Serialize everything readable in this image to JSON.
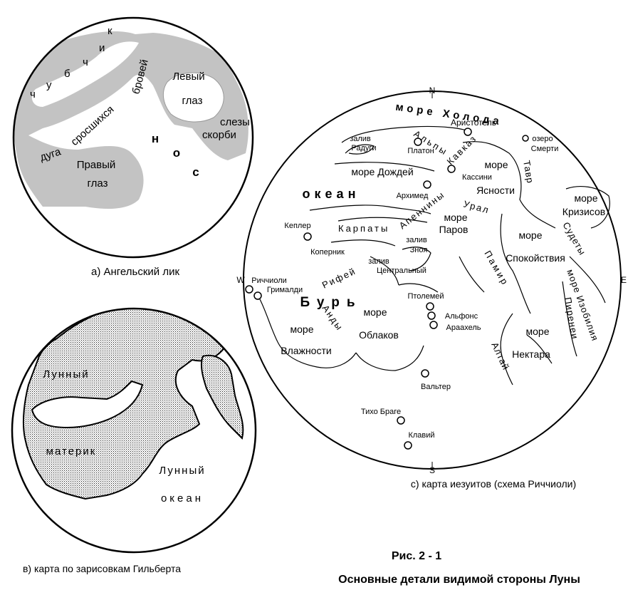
{
  "figure": {
    "number": "Рис. 2 - 1",
    "title": "Основные детали  видимой  стороны Луны"
  },
  "panel_a": {
    "caption": "а) Ангельский лик",
    "labels": {
      "left_eye_1": "Левый",
      "left_eye_2": "глаз",
      "tears_1": "слезы",
      "tears_2": "скорби",
      "right_eye_1": "Правый",
      "right_eye_2": "глаз",
      "nose_n": "н",
      "nose_o": "о",
      "nose_s": "с",
      "arc_duga": "дуга",
      "arc_srosh": "сросшихся",
      "arc_brovey": "бровей",
      "lips": [
        "ч",
        "у",
        "б",
        "ч",
        "и",
        "к"
      ]
    }
  },
  "panel_b": {
    "caption": "в) карта по зарисовкам Гильберта",
    "labels": {
      "land_1": "Лунный",
      "land_2": "материк",
      "ocean_1": "Лунный",
      "ocean_2": "океан"
    }
  },
  "panel_c": {
    "caption": "с)  карта иезуитов (схема Риччиоли)",
    "compass": {
      "n": "N",
      "s": "S",
      "e": "E",
      "w": "W"
    },
    "labels": {
      "cold_sea": "море Холода",
      "aristotel": "Аристотель",
      "lake_death_1": "озеро",
      "lake_death_2": "Смерти",
      "zaliv_radugi_1": "залив",
      "zaliv_radugi_2": "Радуги",
      "platon": "Платон",
      "alps": "Альпы",
      "kavkaz": "Кавказ",
      "kassini": "Кассини",
      "taurus": "Тавр",
      "rains_sea": "море Дождей",
      "clarity_1": "море",
      "clarity_2": "Ясности",
      "arkhimed": "Архимед",
      "ocean": "океан",
      "storms": "Бурь",
      "crises_1": "море",
      "crises_2": "Кризисов",
      "kepler": "Кеплер",
      "kopernik": "Коперник",
      "carpaty": "Карпаты",
      "apennines": "Апеннины",
      "ural": "Урал",
      "vapours_1": "море",
      "vapours_2": "Паров",
      "zaliv_znoya_1": "залив",
      "zaliv_znoya_2": "Зноя",
      "central_1": "залив",
      "central_2": "Центральный",
      "sudety": "Судеты",
      "tranq_1": "море",
      "tranq_2": "Спокойствия",
      "pamir": "Памир",
      "riccioli": "Риччиоли",
      "grimaldi": "Грималди",
      "riphean": "Рифей",
      "ptolemy": "Птолемей",
      "alphons": "Альфонс",
      "arzachel": "Араахель",
      "abundance": "море Изобилия",
      "pyrenees": "Пиренеи",
      "andes": "Анды",
      "clouds_1": "море",
      "clouds_2": "Облаков",
      "humidity_1": "море",
      "humidity_2": "Влажности",
      "nectar_1": "море",
      "nectar_2": "Нектара",
      "altai": "Алтай",
      "walter": "Вальтер",
      "tycho": "Тихо Браге",
      "clavius": "Клавий"
    }
  }
}
